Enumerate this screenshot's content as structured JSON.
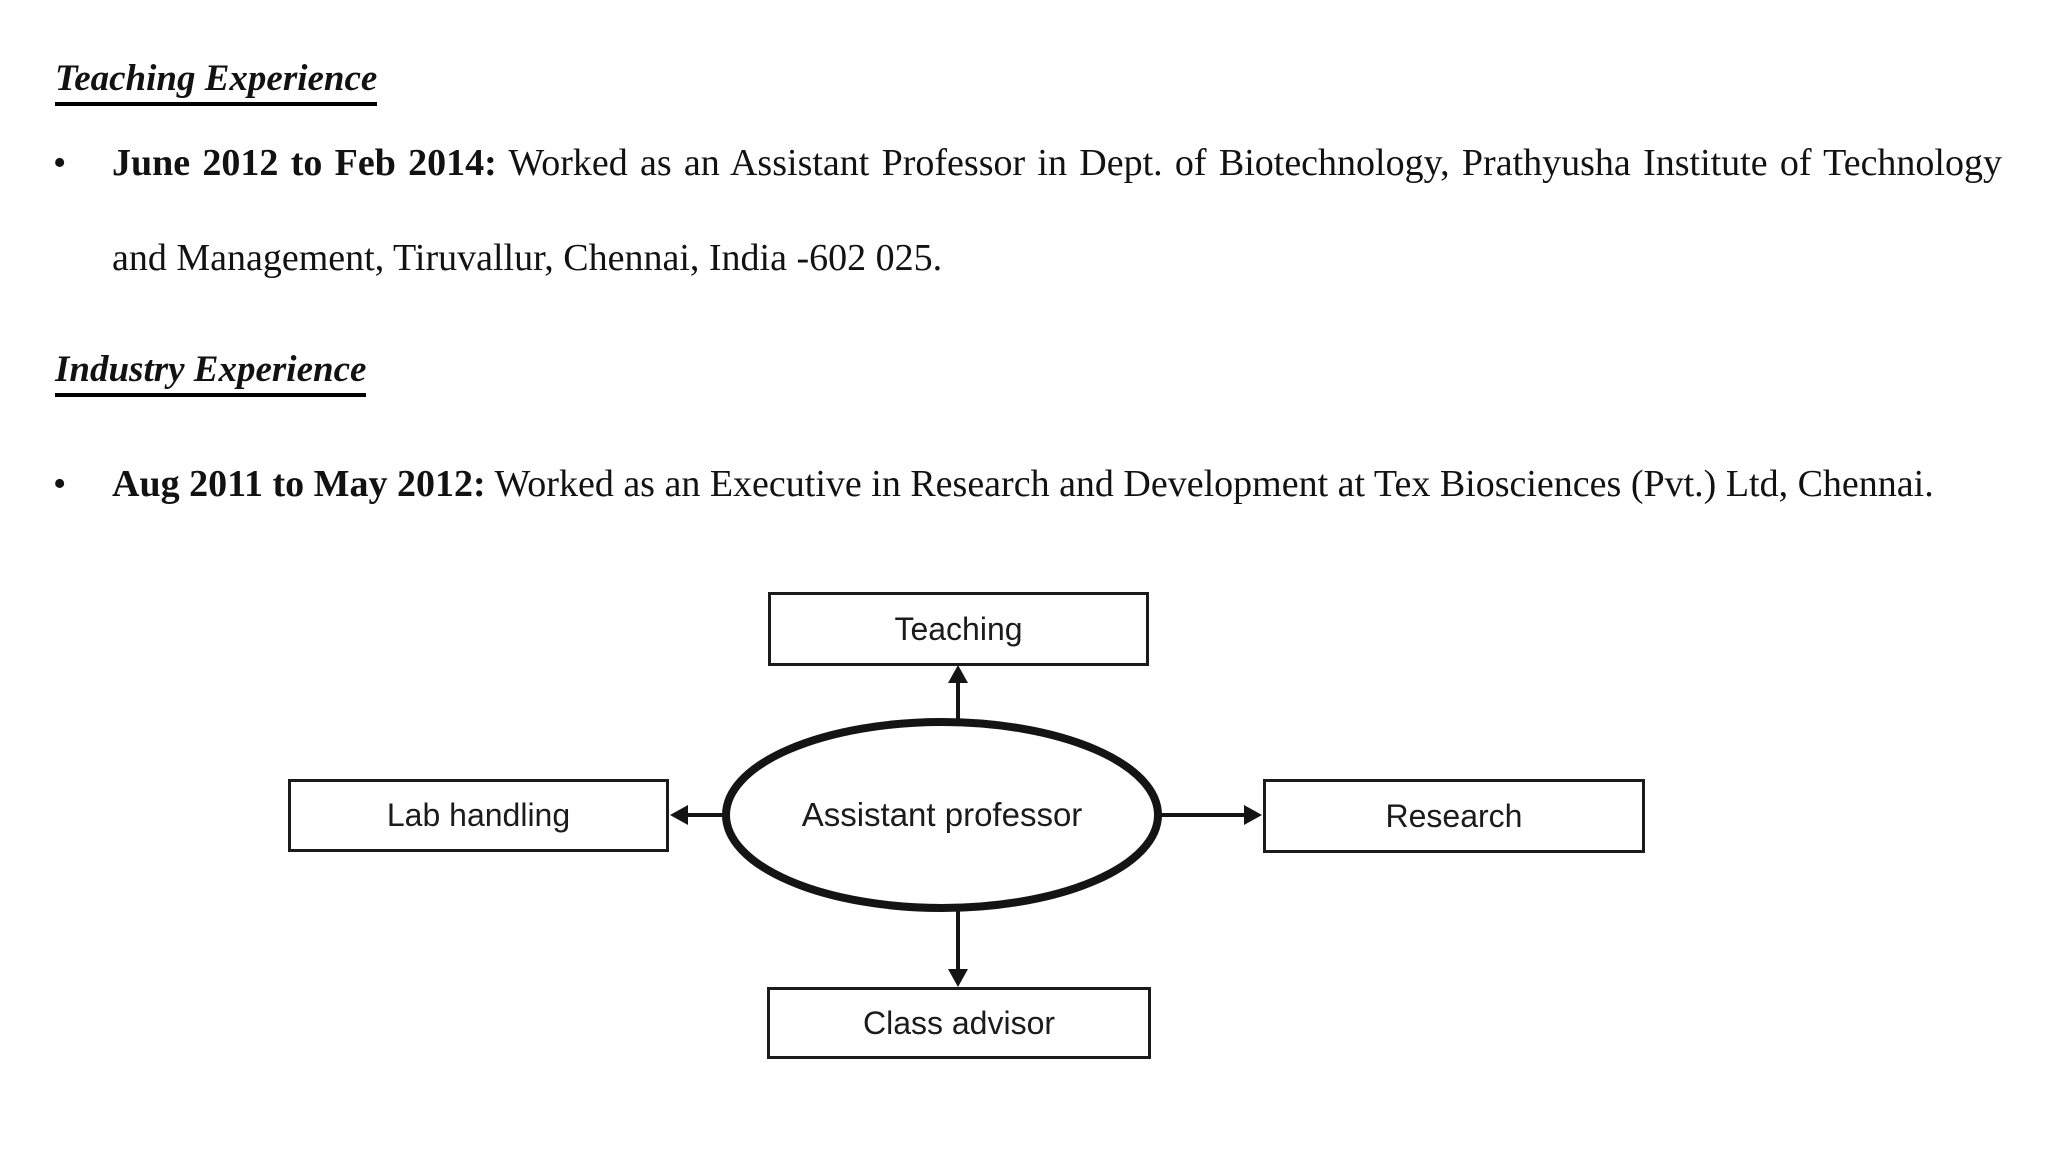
{
  "page": {
    "background": "#ffffff",
    "ink_color": "#000000",
    "bullet_char": "•"
  },
  "teaching": {
    "heading": "Teaching Experience",
    "date": "June 2012 to Feb 2014:",
    "line1_rest": " Worked as an Assistant Professor in Dept. of Biotechnology, Prathyusha Institute of Technology",
    "line2": "and Management, Tiruvallur, Chennai, India -602 025."
  },
  "industry": {
    "heading": "Industry Experience",
    "date": "Aug 2011 to May 2012:",
    "rest": " Worked as an Executive in Research and Development at Tex Biosciences (Pvt.) Ltd, Chennai."
  },
  "diagram": {
    "center": "Assistant professor",
    "top": "Teaching",
    "left": "Lab handling",
    "right": "Research",
    "bottom": "Class advisor"
  }
}
